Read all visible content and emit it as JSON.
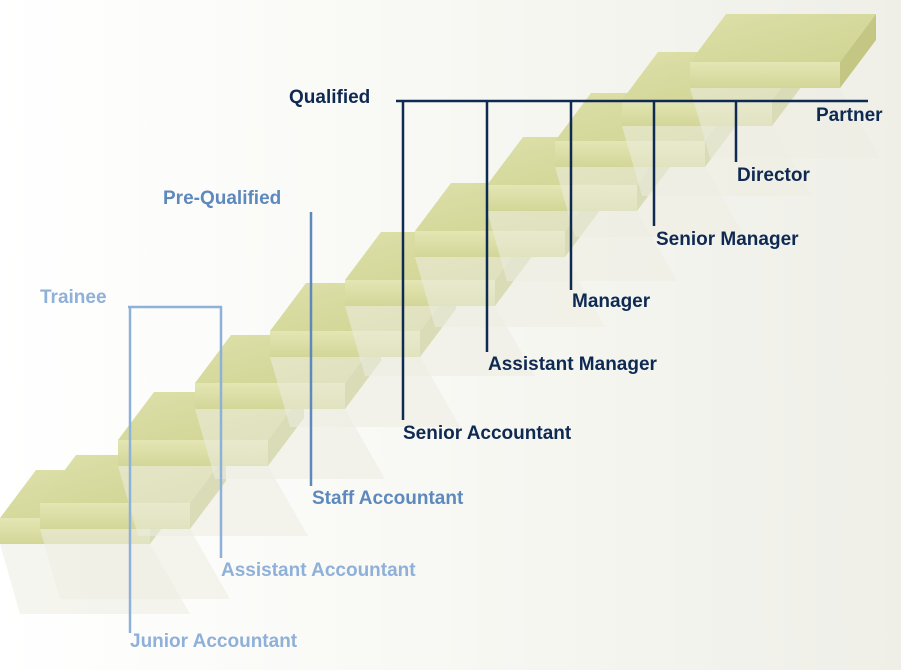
{
  "colors": {
    "qualified": "#0f2a52",
    "pre_qualified": "#5e89bd",
    "trainee": "#8fb0d8",
    "step_top": "#d8dba0",
    "step_front": "#cfd291",
    "step_shadow": "#e7e9d8"
  },
  "groups": {
    "qualified": "Qualified",
    "pre_qualified": "Pre-Qualified",
    "trainee": "Trainee"
  },
  "roles": {
    "partner": "Partner",
    "director": "Director",
    "senior_manager": "Senior Manager",
    "manager": "Manager",
    "assistant_manager": "Assistant Manager",
    "senior_accountant": "Senior Accountant",
    "staff_accountant": "Staff Accountant",
    "assistant_accountant": "Assistant Accountant",
    "junior_accountant": "Junior Accountant"
  }
}
